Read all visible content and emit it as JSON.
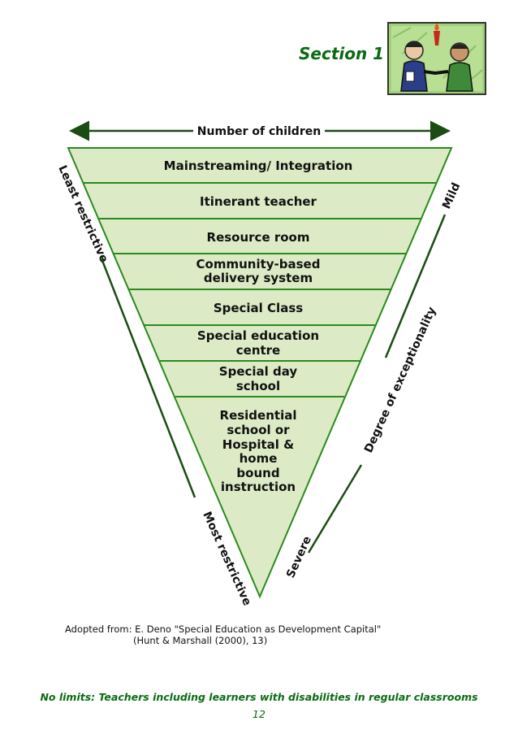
{
  "header": {
    "section_title": "Section 1",
    "clipart_icon": "handshake-clipart-icon"
  },
  "diagram": {
    "top_arrow_label": "Number of children",
    "left_edge_top_label": "Least restrictive",
    "left_edge_bottom_label": "Most restrictive",
    "right_edge_top_label": "Mild",
    "right_edge_middle_label": "Degree of exceptionality",
    "right_edge_bottom_label": "Severe",
    "levels": [
      {
        "lines": [
          "Mainstreaming/ Integration"
        ]
      },
      {
        "lines": [
          "Itinerant teacher"
        ]
      },
      {
        "lines": [
          "Resource room"
        ]
      },
      {
        "lines": [
          "Community-based",
          "delivery system"
        ]
      },
      {
        "lines": [
          "Special Class"
        ]
      },
      {
        "lines": [
          "Special education",
          "centre"
        ]
      },
      {
        "lines": [
          "Special day",
          "school"
        ]
      },
      {
        "lines": [
          "Residential",
          "school or",
          "Hospital &",
          "home",
          "bound",
          "instruction"
        ]
      }
    ],
    "colors": {
      "fill": "#dcebc6",
      "line": "#2b8a1e",
      "arrow": "#1a4d12"
    }
  },
  "caption": {
    "line1": "Adopted from: E. Deno \"Special Education as Development Capital\"",
    "line2": "(Hunt & Marshall (2000), 13)"
  },
  "footer": {
    "text": "No limits: Teachers including learners with disabilities in regular classrooms",
    "page_number": "12"
  }
}
